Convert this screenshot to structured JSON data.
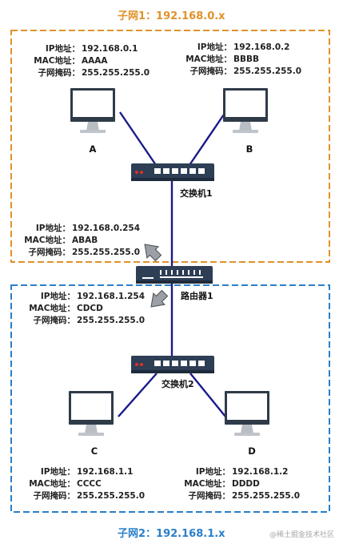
{
  "subnet1": {
    "label": "子网1：",
    "address": "192.168.0.x"
  },
  "subnet2": {
    "label": "子网2：",
    "address": "192.168.1.x"
  },
  "pc_a": {
    "name": "A",
    "ip_label": "IP地址：",
    "ip": "192.168.0.1",
    "mac_label": "MAC地址：",
    "mac": "AAAA",
    "mask_label": "子网掩码：",
    "mask": "255.255.255.0"
  },
  "pc_b": {
    "name": "B",
    "ip_label": "IP地址：",
    "ip": "192.168.0.2",
    "mac_label": "MAC地址：",
    "mac": "BBBB",
    "mask_label": "子网掩码：",
    "mask": "255.255.255.0"
  },
  "pc_c": {
    "name": "C",
    "ip_label": "IP地址：",
    "ip": "192.168.1.1",
    "mac_label": "MAC地址：",
    "mac": "CCCC",
    "mask_label": "子网掩码：",
    "mask": "255.255.255.0"
  },
  "pc_d": {
    "name": "D",
    "ip_label": "IP地址：",
    "ip": "192.168.1.2",
    "mac_label": "MAC地址：",
    "mac": "DDDD",
    "mask_label": "子网掩码：",
    "mask": "255.255.255.0"
  },
  "switch1": {
    "name": "交换机1"
  },
  "switch2": {
    "name": "交换机2"
  },
  "router": {
    "name": "路由器1",
    "if1": {
      "ip_label": "IP地址：",
      "ip": "192.168.0.254",
      "mac_label": "MAC地址：",
      "mac": "ABAB",
      "mask_label": "子网掩码：",
      "mask": "255.255.255.0"
    },
    "if2": {
      "ip_label": "IP地址：",
      "ip": "192.168.1.254",
      "mac_label": "MAC地址：",
      "mac": "CDCD",
      "mask_label": "子网掩码：",
      "mask": "255.255.255.0"
    }
  },
  "watermark": "@稀土掘金技术社区",
  "colors": {
    "subnet1": "#e0922a",
    "subnet2": "#2a7fc9",
    "link": "#1a1a8c",
    "device": "#2d3e55"
  }
}
